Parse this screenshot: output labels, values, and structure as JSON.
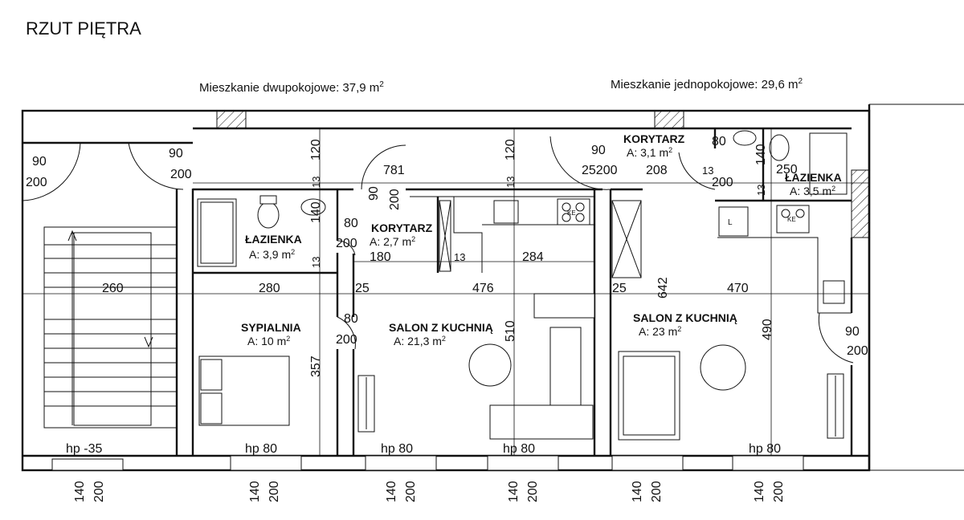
{
  "title": "RZUT PIĘTRA",
  "apartments": {
    "left": {
      "label": "Mieszkanie dwupokojowe: 37,9 m",
      "sup": "2"
    },
    "right": {
      "label": "Mieszkanie jednopokojowe: 29,6 m",
      "sup": "2"
    }
  },
  "rooms": {
    "bath1": {
      "name": "ŁAZIENKA",
      "area": "A: 3,9 m",
      "sup": "2"
    },
    "corr1": {
      "name": "KORYTARZ",
      "area": "A: 2,7 m",
      "sup": "2"
    },
    "bed": {
      "name": "SYPIALNIA",
      "area": "A: 10 m",
      "sup": "2"
    },
    "salon1": {
      "name": "SALON Z KUCHNIĄ",
      "area": "A: 21,3 m",
      "sup": "2"
    },
    "corr2": {
      "name": "KORYTARZ",
      "area": "A: 3,1 m",
      "sup": "2"
    },
    "bath2": {
      "name": "ŁAZIENKA",
      "area": "A: 3,5 m",
      "sup": "2"
    },
    "salon2": {
      "name": "SALON Z KUCHNIĄ",
      "area": "A: 23 m",
      "sup": "2"
    }
  },
  "dims": {
    "d90": "90",
    "d200": "200",
    "d120": "120",
    "d13": "13",
    "d781": "781",
    "d140": "140",
    "d80": "80",
    "d180": "180",
    "d284": "284",
    "d260": "260",
    "d280": "280",
    "d25": "25",
    "d476": "476",
    "d510": "510",
    "d357": "357",
    "d642": "642",
    "d470": "470",
    "d490": "490",
    "d208": "208",
    "d250": "250",
    "d25200": "25200",
    "hp35": "hp -35",
    "hp80": "hp 80"
  },
  "fixtures": {
    "ke": "KE",
    "l": "L"
  }
}
